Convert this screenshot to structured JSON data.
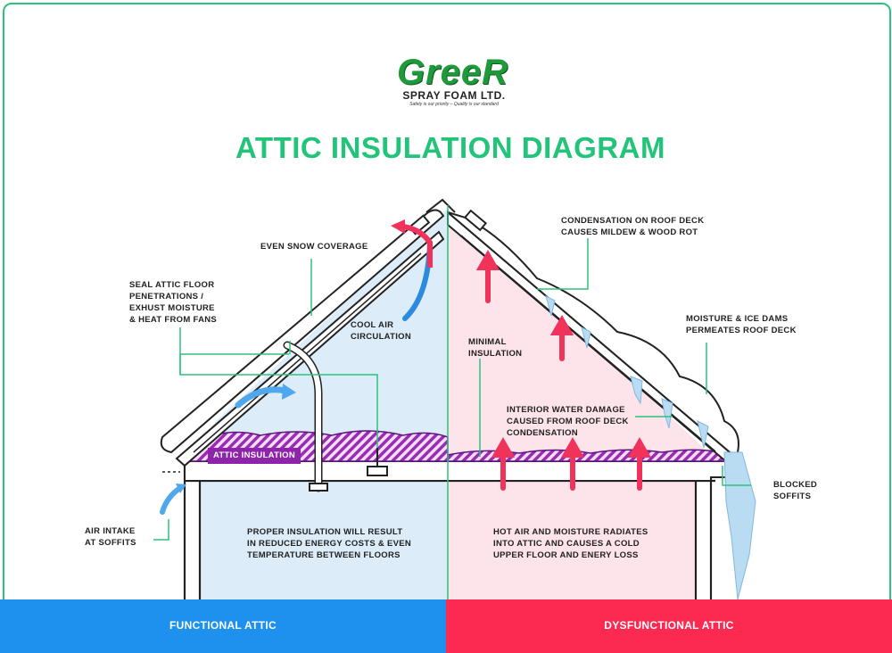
{
  "logo": {
    "wordmark": "GreeR",
    "company": "SPRAY FOAM LTD.",
    "tagline": "Safety is our priority – Quality is our standard"
  },
  "title": "ATTIC INSULATION DIAGRAM",
  "labels": {
    "even_snow": "EVEN SNOW COVERAGE",
    "seal_attic": "SEAL ATTIC FLOOR\nPENETRATIONS /\nEXHUST MOISTURE\n& HEAT FROM FANS",
    "cool_air": "COOL AIR\nCIRCULATION",
    "attic_insulation": "ATTIC INSULATION",
    "air_intake": "AIR INTAKE\nAT SOFFITS",
    "proper_insulation": "PROPER INSULATION WILL RESULT\nIN REDUCED ENERGY COSTS & EVEN\nTEMPERATURE BETWEEN FLOORS",
    "condensation": "CONDENSATION ON ROOF DECK\nCAUSES MILDEW & WOOD ROT",
    "minimal_insulation": "MINIMAL\nINSULATION",
    "moisture_ice": "MOISTURE & ICE DAMS\nPERMEATES ROOF DECK",
    "interior_water": "INTERIOR WATER DAMAGE\nCAUSED FROM ROOF DECK\nCONDENSATION",
    "blocked_soffits": "BLOCKED\nSOFFITS",
    "hot_air": "HOT AIR AND MOISTURE RADIATES\nINTO ATTIC AND CAUSES A COLD\nUPPER FLOOR AND ENERY LOSS"
  },
  "footer": {
    "left": "FUNCTIONAL ATTIC",
    "right": "DYSFUNCTIONAL ATTIC"
  },
  "colors": {
    "brand_green": "#22c47a",
    "logo_green": "#1f9a3a",
    "functional_blue": "#1e90ee",
    "dysfunctional_red": "#fc2a50",
    "cool_fill": "#dcecf8",
    "warm_fill": "#fde3ea",
    "insulation_purple": "#8e24aa",
    "ice_blue": "#b9dcf3",
    "warm_arrow": "#f0335a",
    "cool_arrow": "#2a8be0"
  },
  "icons": [
    "cool-air-arrow-icon",
    "hot-air-arrow-icon",
    "exhaust-arrow-icon",
    "icicle-icon"
  ]
}
